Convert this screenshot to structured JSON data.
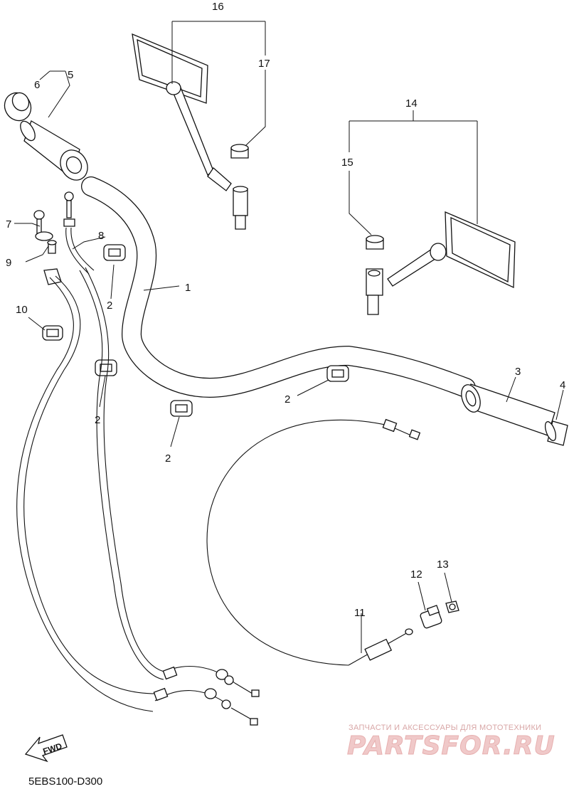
{
  "labels": {
    "1": "1",
    "2": "2",
    "3": "3",
    "4": "4",
    "5": "5",
    "6": "6",
    "7": "7",
    "8": "8",
    "9": "9",
    "10": "10",
    "11": "11",
    "12": "12",
    "13": "13",
    "14": "14",
    "15": "15",
    "16": "16",
    "17": "17"
  },
  "fwd": "FWD",
  "diagram_code": "5EBS100-D300",
  "watermark": {
    "tagline": "ЗАПЧАСТИ И АКСЕССУАРЫ ДЛЯ МОТОТЕХНИКИ",
    "brand": "PARTSFOR.RU"
  },
  "colors": {
    "line": "#111111",
    "watermark": "#e7b0b0"
  }
}
